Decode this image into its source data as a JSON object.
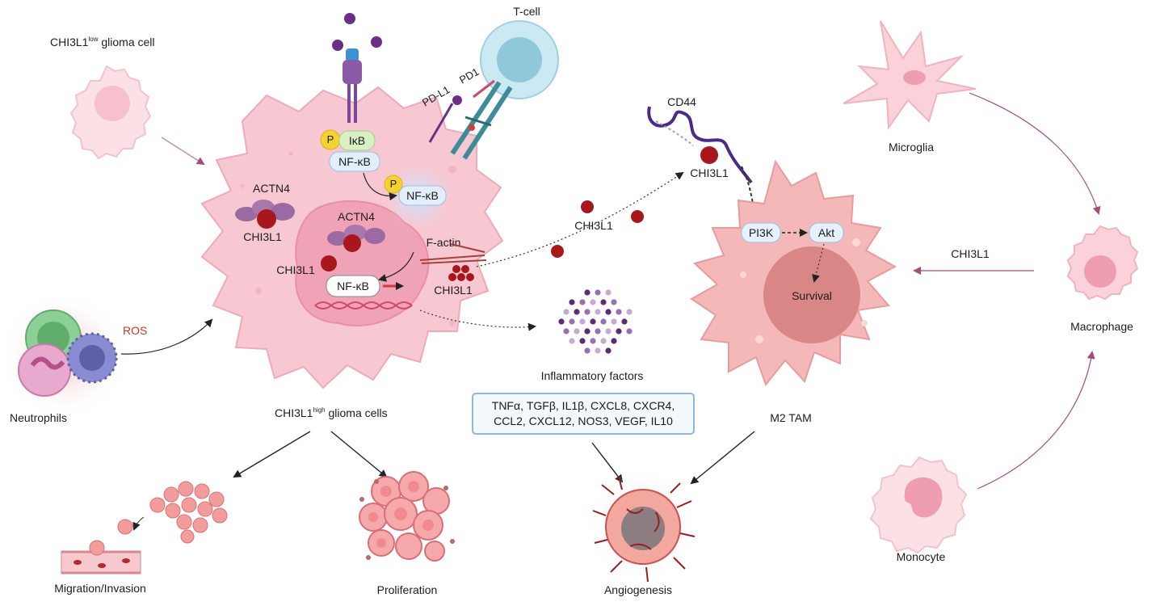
{
  "labels": {
    "chi3l1_low": "CHI3L1",
    "chi3l1_low_sup": "low",
    "chi3l1_low_suffix": " glioma cell",
    "chi3l1_high": "CHI3L1",
    "chi3l1_high_sup": "high",
    "chi3l1_high_suffix": " glioma cells",
    "t_cell": "T-cell",
    "pd1": "PD1",
    "pdl1": "PD-L1",
    "ikb": "IκB",
    "nfkb": "NF-κB",
    "p": "P",
    "actn4": "ACTN4",
    "chi3l1": "CHI3L1",
    "f_actin": "F-actin",
    "cd44": "CD44",
    "pi3k": "PI3K",
    "akt": "Akt",
    "survival": "Survival",
    "microglia": "Microglia",
    "macrophage": "Macrophage",
    "monocyte": "Monocyte",
    "m2_tam": "M2 TAM",
    "ros": "ROS",
    "neutrophils": "Neutrophils",
    "inflammatory_factors": "Inflammatory factors",
    "migration": "Migration/Invasion",
    "proliferation": "Proliferation",
    "angiogenesis": "Angiogenesis"
  },
  "factors": {
    "line1": "TNFα, TGFβ, IL1β, CXCL8, CXCR4,",
    "line2": "CCL2, CXCL12, NOS3, VEGF, IL10"
  },
  "icons": [
    "glioma-cell",
    "t-cell",
    "receptor",
    "cd44-receptor",
    "macrophage",
    "microglia",
    "monocyte",
    "neutrophil",
    "tumor-cluster",
    "blood-vessel",
    "dna-helix",
    "angiogenesis-tumor"
  ],
  "colors": {
    "cell_pink": "#f6c6d0",
    "nucleus_pink": "#ef9db0",
    "chi3l1_red": "#a8171c",
    "actn4_purple": "#9c6aa2",
    "tcell_blue": "#bfe4ef",
    "label_blue": "#e6f1fb",
    "ros_red": "#c0392b",
    "arrow_purple": "#a04f7a"
  }
}
